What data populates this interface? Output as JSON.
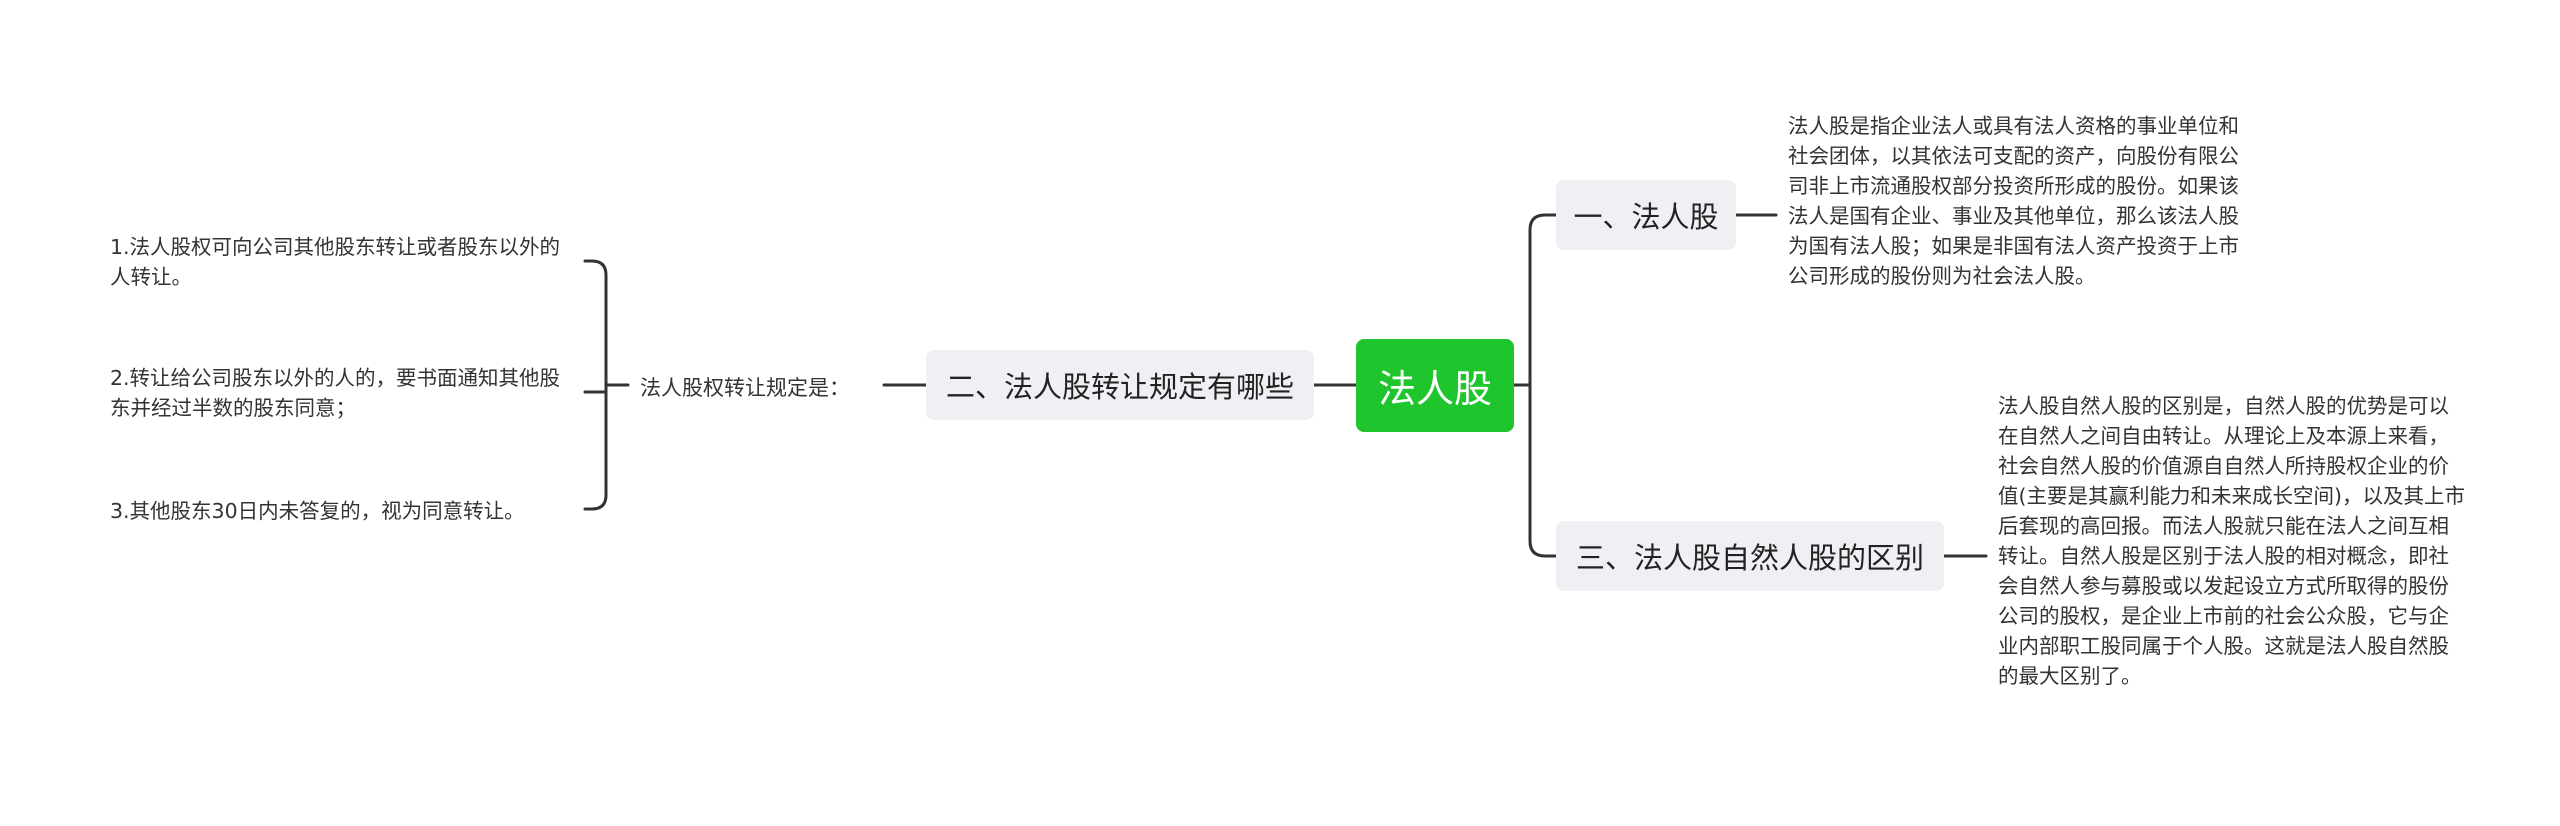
{
  "colors": {
    "root_bg": "#1ec52d",
    "root_text": "#ffffff",
    "branch_bg": "#eef0f3",
    "link": "#333333",
    "text": "#333333"
  },
  "root": {
    "label": "法人股"
  },
  "branches": [
    {
      "label": "一、法人股",
      "content": "法人股是指企业法人或具有法人资格的事业单位和社会团体，以其依法可支配的资产，向股份有限公司非上市流通股权部分投资所形成的股份。如果该法人是国有企业、事业及其他单位，那么该法人股为国有法人股；如果是非国有法人资产投资于上市公司形成的股份则为社会法人股。"
    },
    {
      "label": "二、法人股转让规定有哪些",
      "sub_label": "法人股权转让规定是：",
      "items": [
        "1.法人股权可向公司其他股东转让或者股东以外的人转让。",
        "2.转让给公司股东以外的人的，要书面通知其他股东并经过半数的股东同意；",
        "3.其他股东30日内未答复的，视为同意转让。"
      ]
    },
    {
      "label": "三、法人股自然人股的区别",
      "content": "法人股自然人股的区别是，自然人股的优势是可以在自然人之间自由转让。从理论上及本源上来看，社会自然人股的价值源自自然人所持股权企业的价值(主要是其赢利能力和未来成长空间)，以及其上市后套现的高回报。而法人股就只能在法人之间互相转让。自然人股是区别于法人股的相对概念，即社会自然人参与募股或以发起设立方式所取得的股份公司的股权，是企业上市前的社会公众股，它与企业内部职工股同属于个人股。这就是法人股自然股的最大区别了。"
    }
  ]
}
